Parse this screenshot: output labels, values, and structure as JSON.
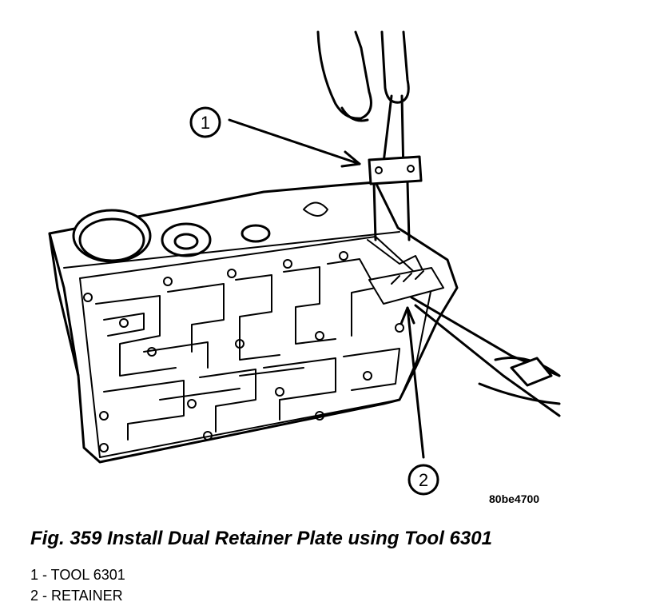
{
  "figure": {
    "caption": "Fig. 359 Install Dual Retainer Plate using Tool 6301",
    "image_id": "80be4700"
  },
  "callouts": [
    {
      "number": "1",
      "label": "1 - TOOL 6301"
    },
    {
      "number": "2",
      "label": "2 - RETAINER"
    }
  ]
}
